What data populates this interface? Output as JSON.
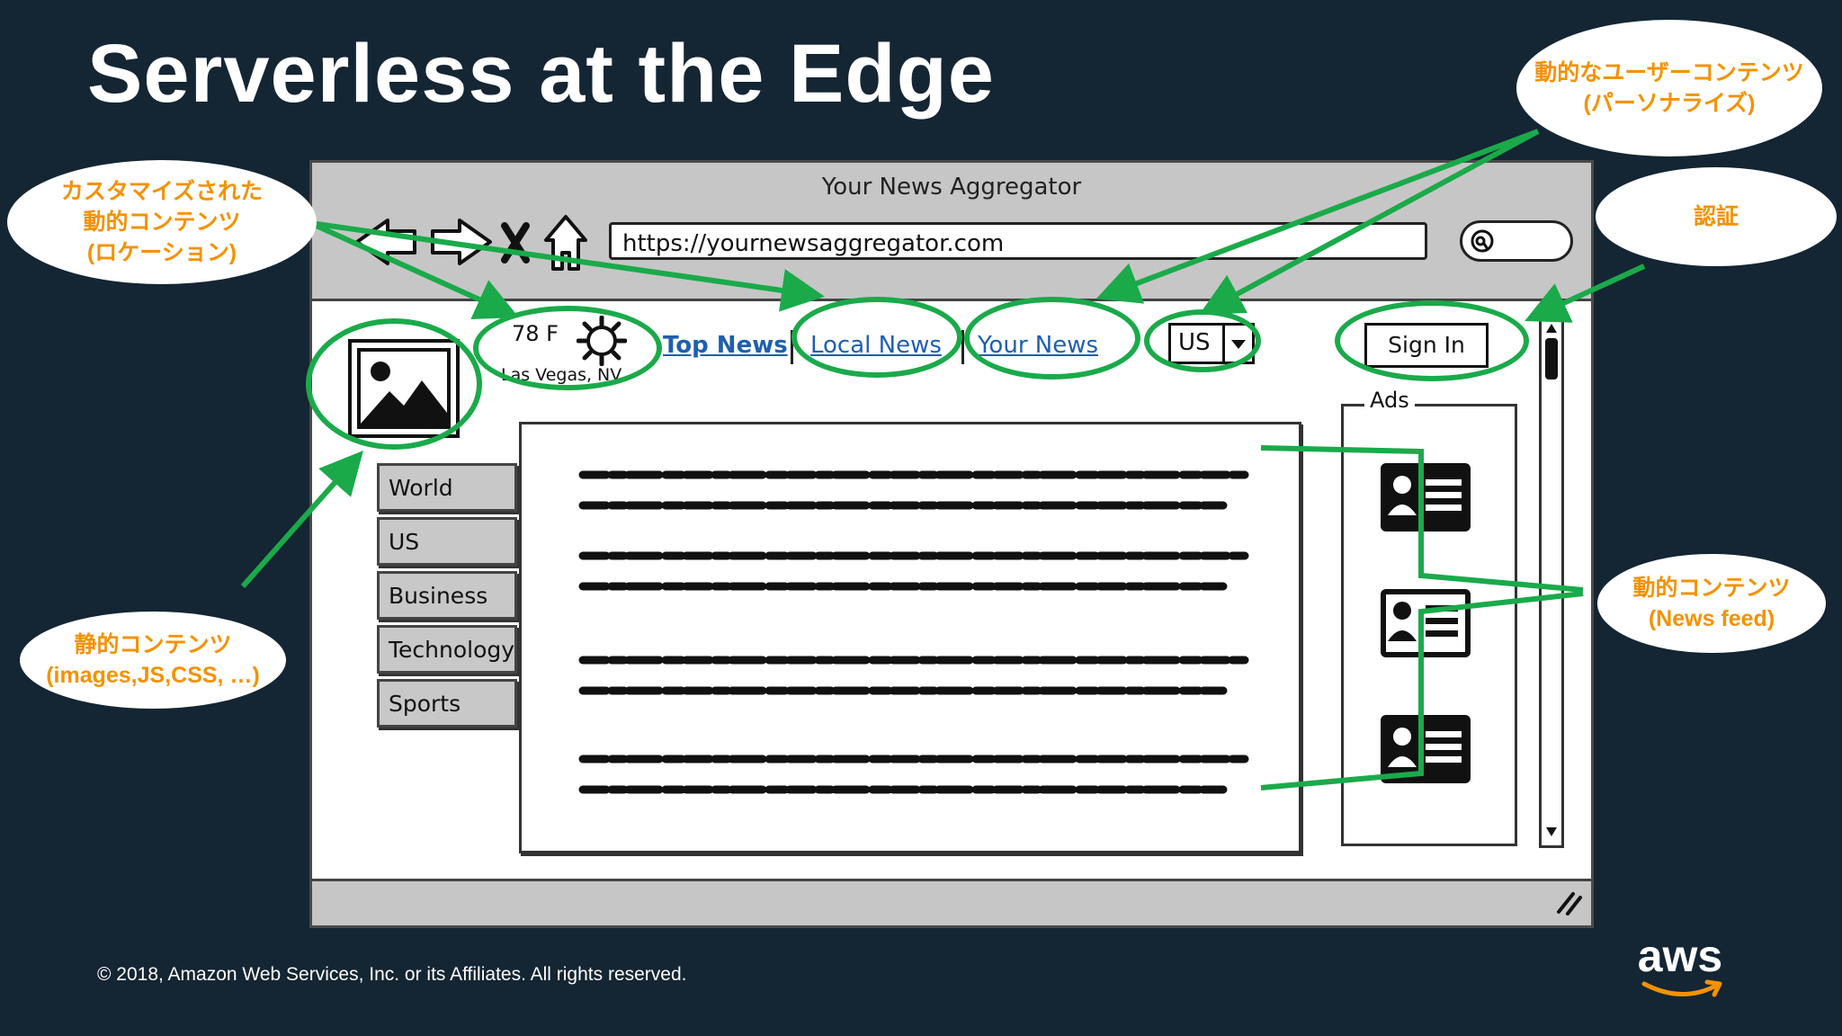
{
  "slide": {
    "title": "Serverless at the Edge",
    "footer": "© 2018, Amazon Web Services, Inc. or its Affiliates. All rights reserved.",
    "logo_text": "aws"
  },
  "mockup": {
    "window_title": "Your News Aggregator",
    "url": "https://yournewsaggregator.com",
    "nav": {
      "back": "back-arrow-icon",
      "forward": "forward-arrow-icon",
      "close": "close-x-icon",
      "home": "home-icon",
      "search": "search-icon"
    },
    "weather": {
      "temp": "78 F",
      "location": "Las Vegas, NV",
      "icon": "sun-icon"
    },
    "links": [
      "Top News",
      "Local News",
      "Your News"
    ],
    "region": {
      "value": "US"
    },
    "sign_in": "Sign In",
    "categories": [
      "World",
      "US",
      "Business",
      "Technology",
      "Sports"
    ],
    "ads_label": "Ads"
  },
  "callouts": {
    "location": [
      "カスタマイズされた",
      "動的コンテンツ",
      "(ロケーション)"
    ],
    "static": [
      "静的コンテンツ",
      "(images,JS,CSS, …)"
    ],
    "personalized": [
      "動的なユーザーコンテンツ",
      "(パーソナライズ)"
    ],
    "auth": [
      "認証"
    ],
    "news_feed": [
      "動的コンテンツ",
      "(News feed)"
    ]
  },
  "colors": {
    "background": "#142533",
    "accent_green": "#1aaa4a",
    "callout_text": "#f39200",
    "link": "#1f5fb0"
  }
}
